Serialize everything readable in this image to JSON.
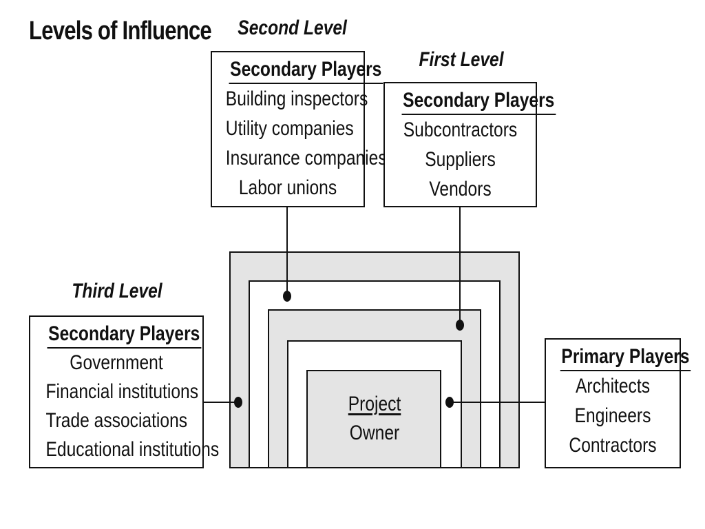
{
  "title": "Levels of Influence",
  "levels": {
    "second": "Second Level",
    "first": "First Level",
    "third": "Third Level"
  },
  "boxes": {
    "second_level": {
      "heading": "Secondary Players",
      "items": [
        "Building inspectors",
        "Utility companies",
        "Insurance companies",
        "Labor unions"
      ]
    },
    "first_level": {
      "heading": "Secondary Players",
      "items": [
        "Subcontractors",
        "Suppliers",
        "Vendors"
      ]
    },
    "third_level": {
      "heading": "Secondary Players",
      "items": [
        "Government",
        "Financial institutions",
        "Trade associations",
        "Educational institutions"
      ]
    },
    "primary": {
      "heading": "Primary Players",
      "items": [
        "Architects",
        "Engineers",
        "Contractors"
      ]
    }
  },
  "center": {
    "line1": "Project",
    "line2": "Owner"
  },
  "colors": {
    "ring_fill": "#e4e4e4",
    "stroke": "#111111",
    "background": "#ffffff"
  }
}
